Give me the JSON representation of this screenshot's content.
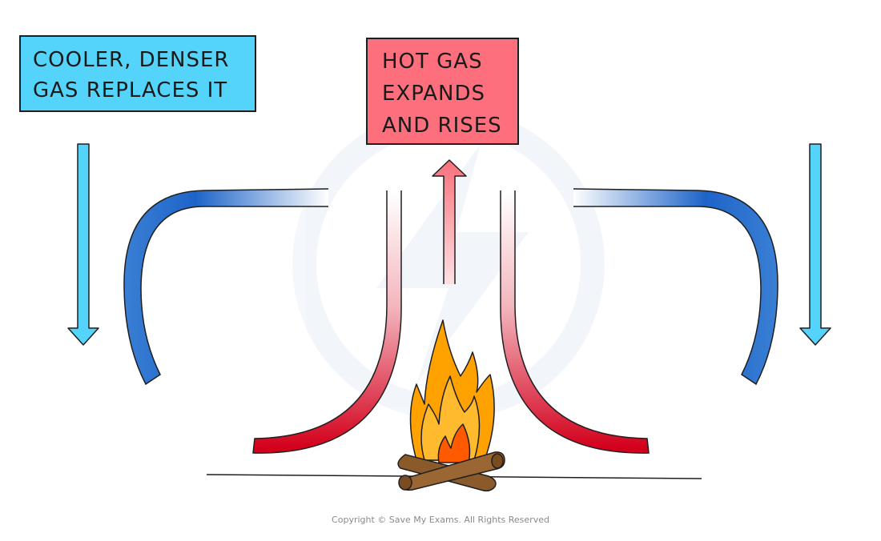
{
  "labels": {
    "cooler_gas": "COOLER, DENSER\nGAS REPLACES IT",
    "hot_gas": "HOT GAS\nEXPANDS\nAND RISES"
  },
  "copyright": "Copyright © Save My Exams. All Rights Reserved",
  "colors": {
    "cool_box": "#55d4fb",
    "hot_box": "#fd6f7c",
    "hot_air": "#d3001c",
    "cold_air": "#1e64c8",
    "flame_outer": "#ffa200",
    "flame_inner": "#ff5a00",
    "logs": "#8b5a2b"
  },
  "icons": [
    "campfire-icon",
    "watermark-logo"
  ]
}
